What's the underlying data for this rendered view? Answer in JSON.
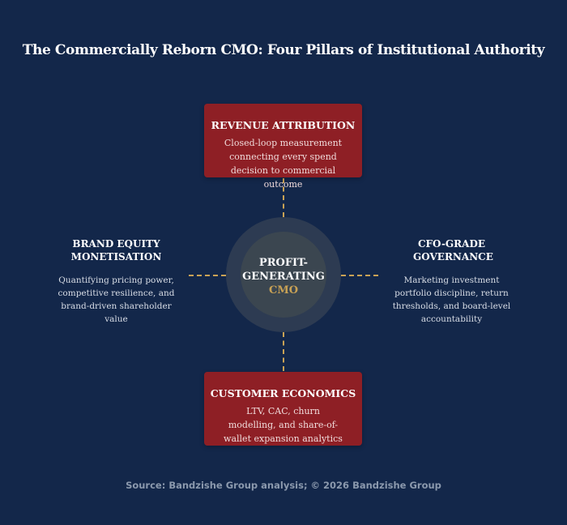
{
  "title": "The Commercially Reborn CMO: Four Pillars of Institutional Authority",
  "center": {
    "line1": "PROFIT-",
    "line2": "GENERATING",
    "line3": "CMO"
  },
  "pillars": {
    "top": {
      "heading": "REVENUE ATTRIBUTION",
      "body": "Closed-loop measurement connecting every spend decision to commercial outcome"
    },
    "left": {
      "heading": "BRAND EQUITY MONETISATION",
      "body": "Quantifying pricing power, competitive resilience, and brand-driven shareholder value"
    },
    "right": {
      "heading": "CFO-GRADE GOVERNANCE",
      "body": "Marketing investment portfolio discipline, return thresholds, and board-level accountability"
    },
    "bottom": {
      "heading": "CUSTOMER ECONOMICS",
      "body": "LTV, CAC, churn modelling, and share-of-wallet expansion analytics"
    }
  },
  "footer": "Source: Bandzishe Group analysis; © 2026 Bandzishe Group",
  "colors": {
    "background": "#13274a",
    "box": "#8e1f25",
    "accent": "#c9a255",
    "halo": "#2d3b52",
    "core": "#3b4650"
  }
}
